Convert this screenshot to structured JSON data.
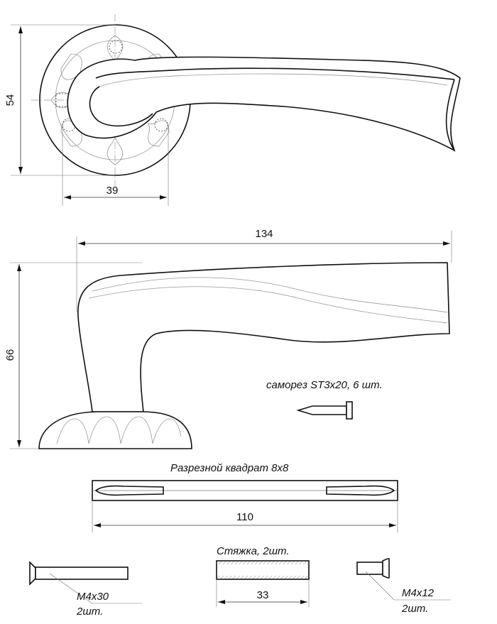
{
  "top_view": {
    "dim_height": "54",
    "dim_width": "39"
  },
  "side_view": {
    "dim_length": "134",
    "dim_height": "66"
  },
  "screw_self_tapping": {
    "label": "саморез ST3x20, 6 шт."
  },
  "square_spindle": {
    "label": "Разрезной квадрат 8x8",
    "dim_length": "110"
  },
  "bolt_long": {
    "size": "M4x30",
    "qty": "2шт."
  },
  "connector": {
    "label": "Стяжка, 2шт.",
    "dim_length": "33"
  },
  "bolt_short": {
    "size": "M4x12",
    "qty": "2шт."
  }
}
